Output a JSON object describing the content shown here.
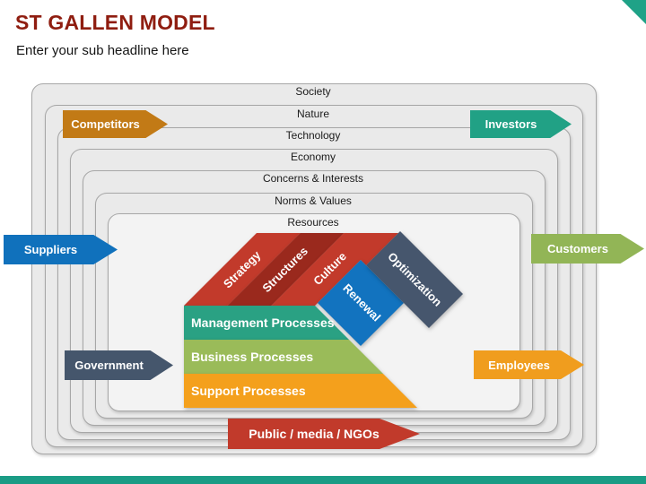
{
  "header": {
    "title": "ST GALLEN MODEL",
    "subtitle": "Enter your sub headline here",
    "title_color": "#8F1D10"
  },
  "decor": {
    "corner_triangle_color": "#1FA287",
    "bottom_bar_color": "#1A9C85"
  },
  "environment_layers": [
    {
      "label": "Society"
    },
    {
      "label": "Nature"
    },
    {
      "label": "Technology"
    },
    {
      "label": "Economy"
    },
    {
      "label": "Concerns & Interests"
    },
    {
      "label": "Norms & Values"
    },
    {
      "label": "Resources"
    }
  ],
  "stakeholder_arrows": [
    {
      "id": "competitors",
      "label": "Competitors",
      "color": "#C27A16"
    },
    {
      "id": "investors",
      "label": "Investors",
      "color": "#21A185"
    },
    {
      "id": "suppliers",
      "label": "Suppliers",
      "color": "#1071BC"
    },
    {
      "id": "customers",
      "label": "Customers",
      "color": "#92B556"
    },
    {
      "id": "government",
      "label": "Government",
      "color": "#45566C"
    },
    {
      "id": "employees",
      "label": "Employees",
      "color": "#F09D1E"
    },
    {
      "id": "public",
      "label": "Public / media / NGOs",
      "color": "#C13A2B"
    }
  ],
  "diagram": {
    "stripes": [
      {
        "label": "Strategy",
        "color": "#C23A2B"
      },
      {
        "label": "Structures",
        "color": "#9A291D"
      },
      {
        "label": "Culture",
        "color": "#C23A2B"
      }
    ],
    "renewal": {
      "label": "Renewal",
      "color": "#1273BF"
    },
    "optimization": {
      "label": "Optimization",
      "color": "#46566D"
    },
    "process_bars": [
      {
        "label": "Management Processes",
        "color": "#2AA183"
      },
      {
        "label": "Business Processes",
        "color": "#9ABB59"
      },
      {
        "label": "Support Processes",
        "color": "#F4A01C"
      }
    ]
  }
}
